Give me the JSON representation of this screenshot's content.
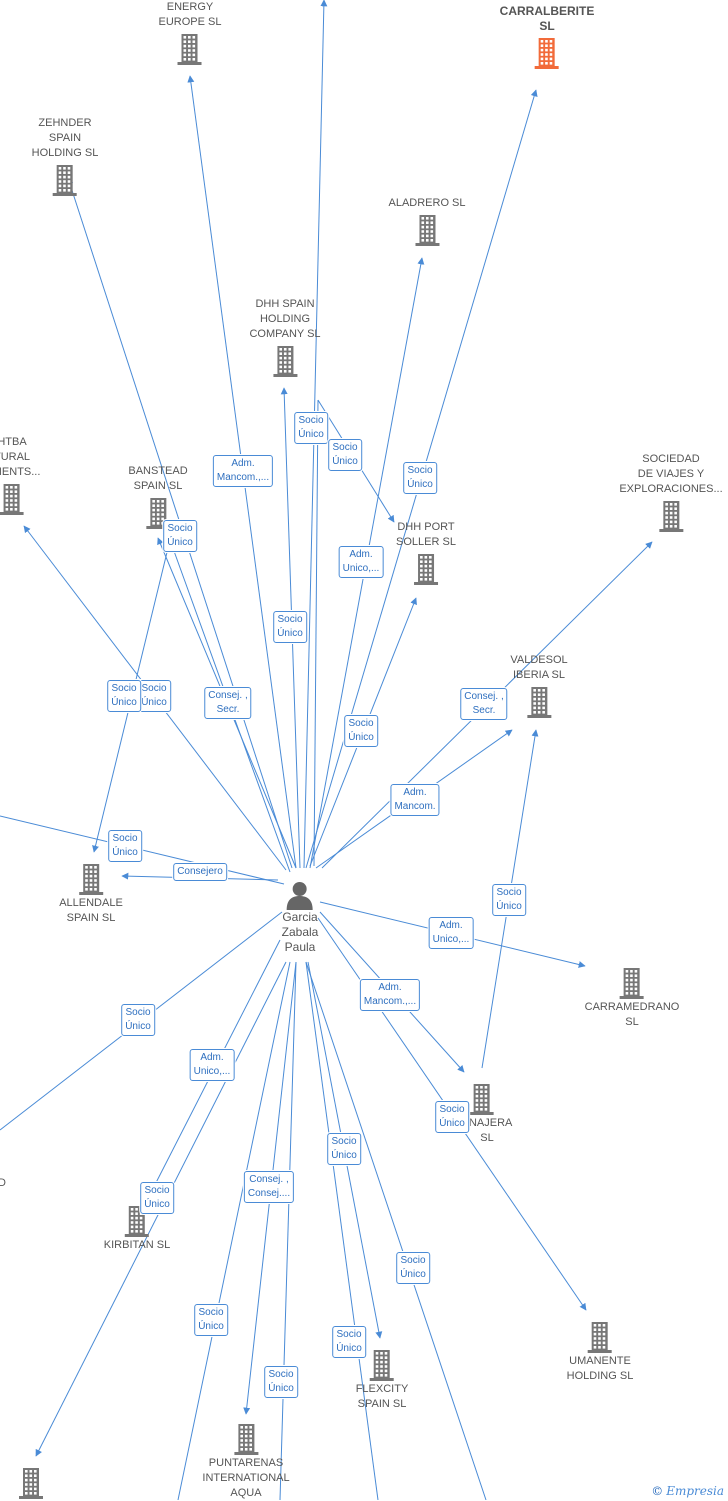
{
  "colors": {
    "edge": "#4a8bd6",
    "building": "#777777",
    "building_highlight": "#f26b3a",
    "person": "#666666"
  },
  "person": {
    "name": "Garcia\nZabala\nPaula",
    "icon": "person-icon"
  },
  "nodes": [
    {
      "id": "energy-europe",
      "label": "ENERGY\nEUROPE  SL",
      "highlight": false
    },
    {
      "id": "carralberite",
      "label": "CARRALBERITE\nSL",
      "highlight": true
    },
    {
      "id": "zehnder-spain",
      "label": "ZEHNDER\nSPAIN\nHOLDING  SL",
      "highlight": false
    },
    {
      "id": "aladrero",
      "label": "ALADRERO  SL",
      "highlight": false
    },
    {
      "id": "dhh-spain-holding",
      "label": "DHH SPAIN\nHOLDING\nCOMPANY  SL",
      "highlight": false
    },
    {
      "id": "htba-natural",
      "label": "HTBA\nTURAL\nEDIENTS...",
      "highlight": false
    },
    {
      "id": "banstead-spain",
      "label": "BANSTEAD\nSPAIN  SL",
      "highlight": false
    },
    {
      "id": "dhh-port-soller",
      "label": "DHH PORT\nSOLLER  SL",
      "highlight": false
    },
    {
      "id": "sociedad-viajes",
      "label": "SOCIEDAD\nDE VIAJES Y\nEXPLORACIONES...",
      "highlight": false
    },
    {
      "id": "valdesol-iberia",
      "label": "VALDESOL\nIBERIA  SL",
      "highlight": false
    },
    {
      "id": "allendale-spain",
      "label": "ALLENDALE\nSPAIN  SL",
      "highlight": false
    },
    {
      "id": "carramedrano",
      "label": "CARRAMEDRANO\nSL",
      "highlight": false
    },
    {
      "id": "anajera",
      "label": "ANAJERA\nSL",
      "highlight": false
    },
    {
      "id": "kirbitan",
      "label": "KIRBITAN  SL",
      "highlight": false
    },
    {
      "id": "umanente-holding",
      "label": "UMANENTE\nHOLDING  SL",
      "highlight": false
    },
    {
      "id": "flexcity-spain",
      "label": "FLEXCITY\nSPAIN  SL",
      "highlight": false
    },
    {
      "id": "puntarenas",
      "label": "PUNTARENAS\nINTERNATIONAL\nAQUA",
      "highlight": false
    },
    {
      "id": "bottom-left",
      "label": "",
      "highlight": false
    },
    {
      "id": "left-d",
      "label": "D",
      "highlight": false
    }
  ],
  "edge_labels": [
    "Adm.\nMancom.,...",
    "Socio\nÚnico",
    "Socio\nÚnico",
    "Socio\nÚnico",
    "Socio\nÚnico",
    "Adm.\nUnico,...",
    "Socio\nÚnico",
    "Socio\nÚnico",
    "Socio\nÚnico",
    "Consej. ,\nSecr.",
    "Socio\nÚnico",
    "Consej. ,\nSecr.",
    "Adm.\nMancom.",
    "Socio\nÚnico",
    "Consejero",
    "Socio\nÚnico",
    "Adm.\nUnico,...",
    "Socio\nÚnico",
    "Adm.\nMancom.,...",
    "Adm.\nUnico,...",
    "Socio\nÚnico",
    "Socio\nÚnico",
    "Consej. ,\nConsej....",
    "Socio\nÚnico",
    "Socio\nÚnico",
    "Socio\nÚnico",
    "Socio\nÚnico",
    "Socio\nÚnico"
  ],
  "watermark": {
    "copyright": "©",
    "brand": "Empresia"
  }
}
